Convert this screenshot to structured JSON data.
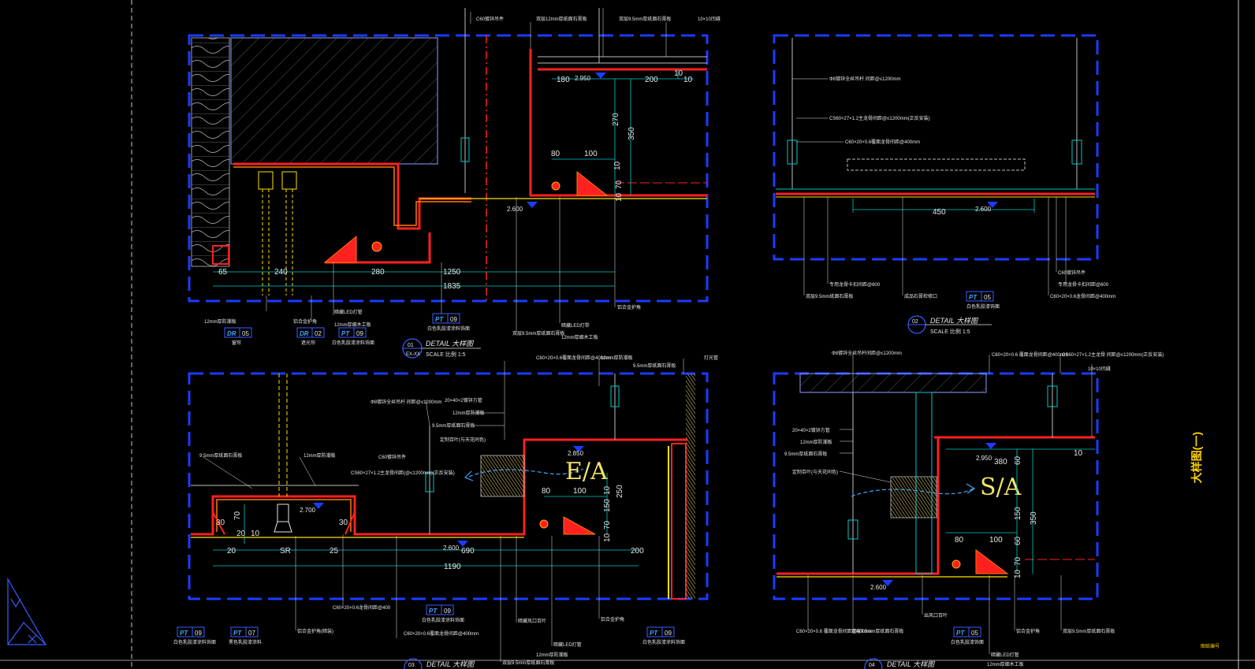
{
  "sheet": {
    "side_title": "大样图(一)",
    "sheet_no": "图纸编号"
  },
  "d01": {
    "num": "01",
    "sub": "EX-XX",
    "title": "DETAIL 大样图",
    "scale": "SCALE 比例 1:5",
    "dims": [
      "65",
      "240",
      "280",
      "1250",
      "1835",
      "180",
      "200",
      "10",
      "10",
      "270",
      "350",
      "80",
      "100",
      "70",
      "10",
      "10"
    ],
    "levels": [
      "2.950",
      "2.600"
    ],
    "labels": [
      "C60镀锌吊件",
      "双层12mm厚纸面石膏板",
      "双层9.5mm厚纸面石膏板",
      "10×10凹缝",
      "12mm厚防潮板",
      "铝合金护角",
      "暗藏LED灯管",
      "12mm厚细木工板",
      "双层9.5mm厚纸面石膏板",
      "暗藏LED灯带",
      "12mm厚细木工板",
      "铝合金护角"
    ],
    "tags": [
      {
        "code": "DR",
        "num": "05",
        "note": "窗帘"
      },
      {
        "code": "DR",
        "num": "02",
        "note": "遮光帘"
      },
      {
        "code": "PT",
        "num": "09",
        "note": "白色乳胶漆涂料饰面"
      },
      {
        "code": "PT",
        "num": "09",
        "note": "白色乳胶漆涂料饰面"
      }
    ]
  },
  "d02": {
    "num": "02",
    "title": "DETAIL 大样图",
    "scale": "SCALE 比例 1:5",
    "dims": [
      "450"
    ],
    "levels": [
      "2.600"
    ],
    "labels": [
      "Φ8镀锌全丝吊杆 间距@≤1200mm",
      "CS60×27×1.2主龙骨间距@≤1200mm(正反安装)",
      "C60×20×0.6覆面龙骨间距@400mm",
      "专用龙骨卡扣间距@600",
      "双层9.5mm纸面石膏板",
      "成品石膏检修口",
      "C60镀锌吊件",
      "专用龙骨卡扣间距@600",
      "C60×20×0.6龙骨间距@400mm"
    ],
    "tags": [
      {
        "code": "PT",
        "num": "05",
        "note": "白色乳胶漆饰面"
      }
    ]
  },
  "d03": {
    "num": "03",
    "title": "DETAIL 大样图",
    "big_label": "E/A",
    "dims": [
      "30",
      "70",
      "20",
      "10",
      "30",
      "20",
      "SR",
      "25",
      "690",
      "1190",
      "200",
      "80",
      "100",
      "150",
      "250",
      "10",
      "70",
      "10"
    ],
    "levels": [
      "2.850",
      "2.700",
      "2.600"
    ],
    "labels": [
      "C60×20×0.6覆面龙骨间距@400mm",
      "12mm厚防潮板",
      "9.5mm厚纸面石膏板",
      "灯光管",
      "Φ8镀锌全丝吊杆 间距@≤1200mm",
      "20×40×2镀锌方管",
      "12mm厚防潮板",
      "9.5mm厚纸面石膏板",
      "9.5mm厚纸面石膏板",
      "12mm厚防潮板",
      "CS60×27×1.2主龙骨间距(@≤1200mm)(正反安装)",
      "C60镀锌吊件",
      "定制百叶(与天花同色)",
      "C60×20×0.6龙骨间距@400",
      "铝合金护角(暗装)",
      "C60×20×0.6覆面龙骨间距@400mm",
      "暗藏风口百叶",
      "双层9.5mm厚纸面石膏板",
      "12mm厚防潮板",
      "暗藏LED灯管",
      "铝合金护角"
    ],
    "tags": [
      {
        "code": "PT",
        "num": "09",
        "note": "白色乳胶漆涂料饰面"
      },
      {
        "code": "PT",
        "num": "07",
        "note": "黑色乳胶漆涂料"
      },
      {
        "code": "PT",
        "num": "09",
        "note": "白色乳胶漆涂料饰面"
      },
      {
        "code": "PT",
        "num": "09",
        "note": "白色乳胶漆涂料饰面"
      }
    ]
  },
  "d04": {
    "num": "04",
    "title": "DETAIL 大样图",
    "big_label": "S/A",
    "dims": [
      "380",
      "60",
      "10",
      "150",
      "350",
      "80",
      "100",
      "60",
      "70",
      "10"
    ],
    "levels": [
      "2.950",
      "2.600"
    ],
    "labels": [
      "Φ8镀锌全丝吊杆间距@≤1200mm",
      "C60×20×0.6 覆面龙骨间距@400mm",
      "CS60×27×1.2主龙骨 间距@≤1200mm(正反安装)",
      "10×10凹缝",
      "20×40×2镀锌方管",
      "12mm厚防潮板",
      "9.5mm厚纸面石膏板",
      "定制百叶(与天花同色)",
      "C60×20×0.6 覆面龙骨间距@400mm",
      "双层9.5mm厚纸面石膏板",
      "出风口百叶",
      "暗藏LED灯管",
      "铝合金护角",
      "双层9.5mm厚纸面石膏板",
      "12mm厚细木工板"
    ],
    "tags": [
      {
        "code": "PT",
        "num": "05",
        "note": "白色乳胶漆饰面"
      }
    ]
  },
  "colors": {
    "frame": "#1a3cff",
    "dim": "#00c8c8",
    "red": "#ff2020",
    "yellow": "#ffe000",
    "orange": "#ff7a00",
    "text": "#e6e6e6"
  }
}
